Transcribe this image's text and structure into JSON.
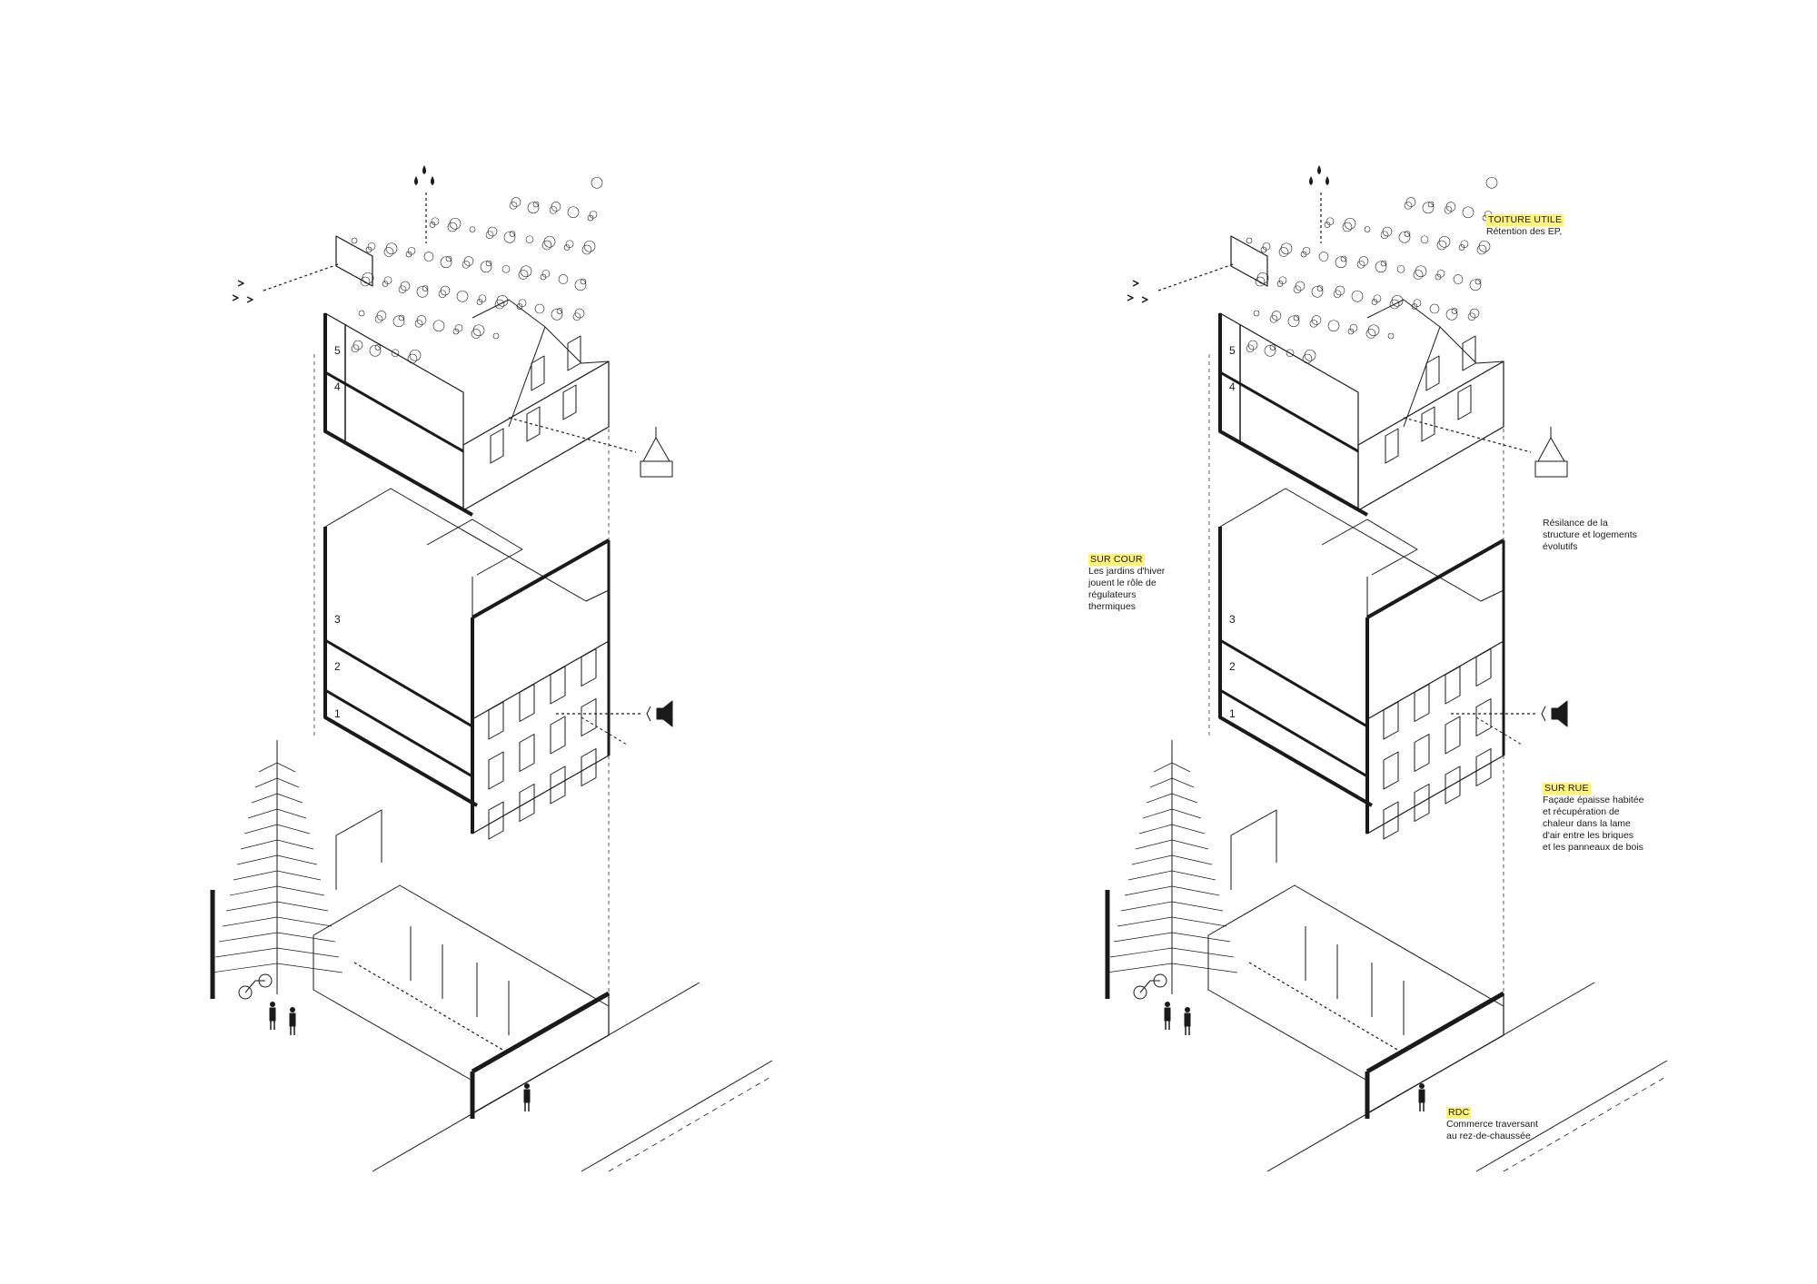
{
  "colors": {
    "ink": "#1a1a1a",
    "highlight": "#fff27a",
    "background": "#ffffff"
  },
  "floor_labels": [
    "1",
    "2",
    "3",
    "4",
    "5"
  ],
  "annotations": {
    "toiture": {
      "tag": "TOITURE UTILE",
      "body": "Rétention des EP,"
    },
    "resilience": {
      "body": "Résilance de la\nstructure et logements\névolutifs"
    },
    "cour": {
      "tag": "SUR COUR",
      "body": "Les jardins d'hiver\njouent le rôle de\nrégulateurs\nthermiques"
    },
    "rue": {
      "tag": "SUR RUE",
      "body": "Façade épaisse habitée\net récupération de\nchaleur dans la lame\nd'air entre les briques\net les panneaux de bois"
    },
    "rdc": {
      "tag": "RDC",
      "body": "Commerce traversant\nau rez-de-chaussée"
    }
  },
  "icons": [
    "rain-drops-icon",
    "birds-icon",
    "church-icon",
    "speaker-icon",
    "tree-icon",
    "bicycle-icon",
    "person-icon"
  ]
}
